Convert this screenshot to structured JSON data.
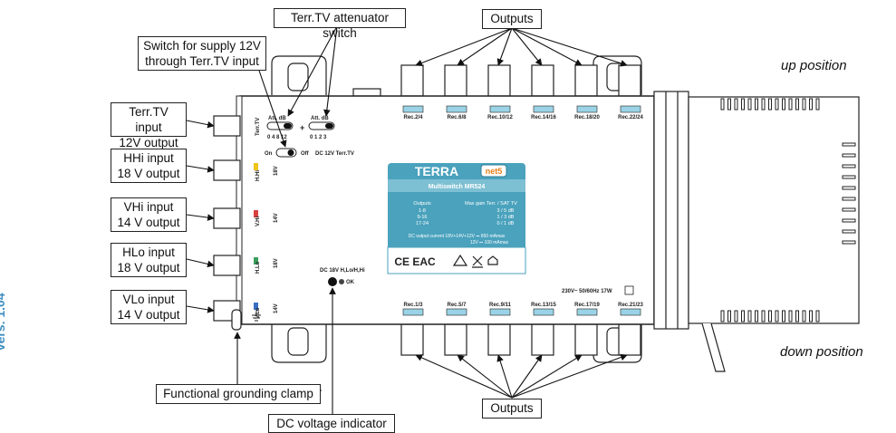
{
  "callouts": {
    "outputs_top": "Outputs",
    "outputs_bottom": "Outputs",
    "attenuator_switch": "Terr.TV attenuator switch",
    "supply_switch": [
      "Switch for supply 12V",
      "through Terr.TV input"
    ],
    "terr_input": [
      "Terr.TV input",
      "12V output"
    ],
    "hhi_input": [
      "HHi input",
      "18 V output"
    ],
    "vhi_input": [
      "VHi input",
      "14 V output"
    ],
    "hlo_input": [
      "HLo input",
      "18 V output"
    ],
    "vlo_input": [
      "VLo input",
      "14 V output"
    ],
    "grounding_clamp": "Functional grounding clamp",
    "dc_indicator": "DC voltage indicator"
  },
  "positions": {
    "up": "up position",
    "down": "down position"
  },
  "version": "Vers. 1.04",
  "device": {
    "brand": "TERRA",
    "brand_badge": "net5",
    "model": "Multiswitch MR524",
    "table_header_left": "Outputs",
    "table_header_right": "Max gain Terr. / SAT TV",
    "table_rows": [
      [
        "1-8",
        "3 / 5 dB"
      ],
      [
        "9-16",
        "1 / 3 dB"
      ],
      [
        "17-24",
        "0 / 1 dB"
      ]
    ],
    "dc_line1": "DC output current  18V+14V+12V  ⎓ 650 mAmax",
    "dc_line2": "12V  ⎓ 100 mAmax",
    "marks": "CE EAC",
    "top_ports": [
      "Rec.2/4",
      "Rec.6/8",
      "Rec.10/12",
      "Rec.14/16",
      "Rec.18/20",
      "Rec.22/24"
    ],
    "bottom_ports": [
      "Rec.1/3",
      "Rec.5/7",
      "Rec.9/11",
      "Rec.13/15",
      "Rec.17/19",
      "Rec.21/23"
    ],
    "side_labels": [
      "Terr.TV",
      "H.Hi",
      "V.Hi",
      "H.Lo",
      "V.Lo"
    ],
    "side_volts": [
      "18V",
      "14V",
      "18V",
      "14V"
    ],
    "att_label1": "Att. dB",
    "att_scale1": "0 4 8 12",
    "att_label2": "Att. dB",
    "att_scale2": "0 1 2 3",
    "switch_on": "On",
    "switch_off": "Off",
    "switch_desc": "DC 12V Terr.TV",
    "dc_led_label": "DC 18V H,Lo/H,Hi",
    "dc_led_ok": "OK",
    "power": "230V~ 50/60Hz  17W"
  }
}
